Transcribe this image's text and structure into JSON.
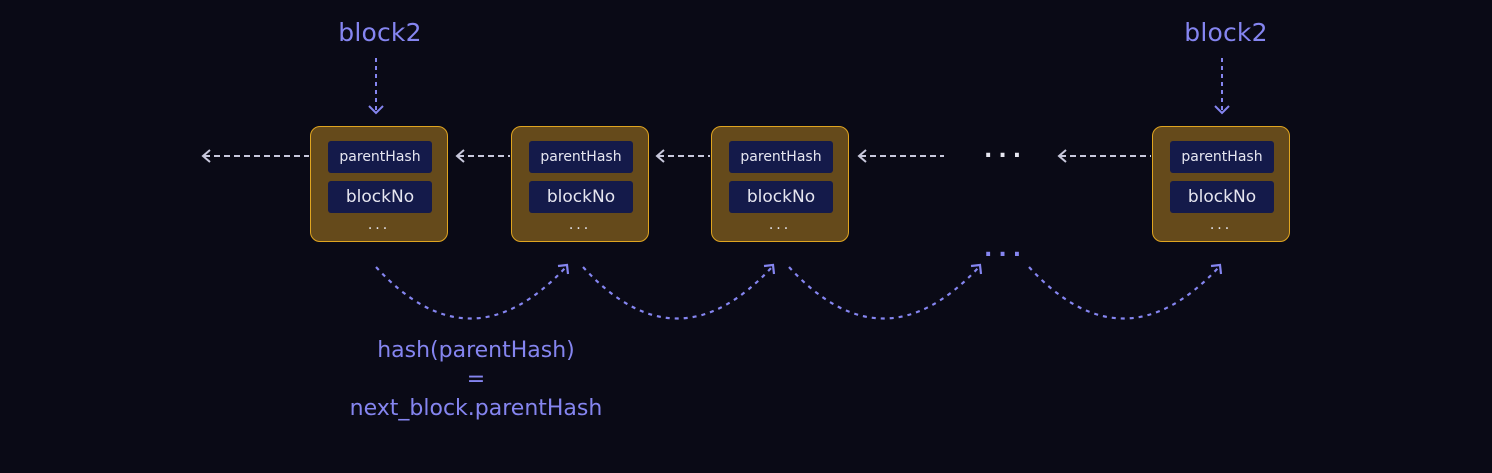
{
  "colors": {
    "background": "#0a0a16",
    "accent": "#8585f0",
    "block_fill": "#654a1b",
    "block_border": "#e0a520",
    "field_fill": "#141a4a",
    "field_text": "#e6e6f0",
    "link_arrow": "#c8c8dc"
  },
  "pointer_labels": [
    {
      "text": "block2"
    },
    {
      "text": "block2"
    }
  ],
  "blocks": [
    {
      "parent_hash": "parentHash",
      "block_no": "blockNo",
      "more": "..."
    },
    {
      "parent_hash": "parentHash",
      "block_no": "blockNo",
      "more": "..."
    },
    {
      "parent_hash": "parentHash",
      "block_no": "blockNo",
      "more": "..."
    },
    {
      "parent_hash": "parentHash",
      "block_no": "blockNo",
      "more": "..."
    }
  ],
  "chain_gap_ellipsis": "...",
  "hash_gap_ellipsis": "...",
  "formula": {
    "line1": "hash(parentHash)",
    "line2": "=",
    "line3": "next_block.parentHash"
  }
}
